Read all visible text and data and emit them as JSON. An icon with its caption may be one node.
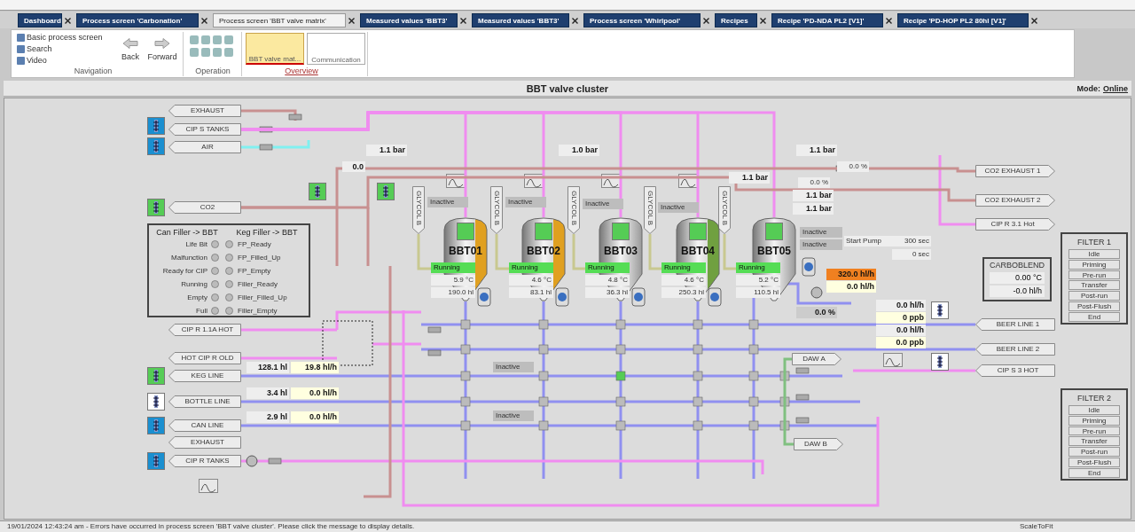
{
  "diagram": {
    "title": "BBT valve cluster",
    "nodes": [
      {
        "text": [
          "EXHAUST"
        ]
      },
      {
        "text": [
          "CIP S TANKS"
        ]
      },
      {
        "text": [
          "AIR"
        ]
      },
      {
        "text": [
          "CO2"
        ]
      },
      {
        "text": [
          "GLYCOL B"
        ]
      },
      {
        "text": [
          "GLYCOL B"
        ]
      },
      {
        "text": [
          "GLYCOL B"
        ]
      },
      {
        "text": [
          "GLYCOL B"
        ]
      },
      {
        "text": [
          "GLYCOL B"
        ]
      },
      {
        "text": [
          "BBT01"
        ]
      },
      {
        "text": [
          "BBT02"
        ]
      },
      {
        "text": [
          "BBT03"
        ]
      },
      {
        "text": [
          "BBT04"
        ]
      },
      {
        "text": [
          "BBT05"
        ]
      },
      {
        "text": [
          "CO2 EXHAUST 1"
        ]
      },
      {
        "text": [
          "CO2 EXHAUST 2"
        ]
      },
      {
        "text": [
          "CIP R 3.1 Hot"
        ]
      },
      {
        "text": [
          "CARBOBLEND",
          "0.00 °C",
          "-0.0 hl/h"
        ]
      },
      {
        "text": [
          "FILTER 1"
        ]
      },
      {
        "text": [
          "Idle"
        ],
        "in": 18
      },
      {
        "text": [
          "Priming"
        ],
        "in": 18
      },
      {
        "text": [
          "Pre-run"
        ],
        "in": 18
      },
      {
        "text": [
          "Transfer"
        ],
        "in": 18
      },
      {
        "text": [
          "Post-run"
        ],
        "in": 18
      },
      {
        "text": [
          "Post-Flush"
        ],
        "in": 18
      },
      {
        "text": [
          "End"
        ],
        "in": 18
      },
      {
        "text": [
          "CIP R 1.1A HOT"
        ]
      },
      {
        "text": [
          "HOT CIP R OLD"
        ]
      },
      {
        "text": [
          "BEER LINE 1"
        ]
      },
      {
        "text": [
          "BEER LINE 2"
        ]
      },
      {
        "text": [
          "DAW A"
        ]
      },
      {
        "text": [
          "CIP S 3 HOT"
        ]
      },
      {
        "text": [
          "KEG LINE"
        ]
      },
      {
        "text": [
          "FILTER 2"
        ]
      },
      {
        "text": [
          "Idle"
        ],
        "in": 33
      },
      {
        "text": [
          "Priming"
        ],
        "in": 33
      },
      {
        "text": [
          "Pre-run"
        ],
        "in": 33
      },
      {
        "text": [
          "Transfer"
        ],
        "in": 33
      },
      {
        "text": [
          "Post-run"
        ],
        "in": 33
      },
      {
        "text": [
          "Post-Flush"
        ],
        "in": 33
      },
      {
        "text": [
          "End"
        ],
        "in": 33
      },
      {
        "text": [
          "BOTTLE LINE"
        ]
      },
      {
        "text": [
          "CAN LINE"
        ]
      },
      {
        "text": [
          "EXHAUST"
        ]
      },
      {
        "text": [
          "DAW B"
        ]
      },
      {
        "text": [
          "CIP R TANKS"
        ]
      }
    ],
    "edges": [
      {
        "from": 4,
        "to": 9,
        "arrow": "none"
      },
      {
        "from": 5,
        "to": 10,
        "arrow": "none"
      },
      {
        "from": 6,
        "to": 11,
        "arrow": "none"
      },
      {
        "from": 7,
        "to": 12,
        "arrow": "none"
      },
      {
        "from": 8,
        "to": 13,
        "arrow": "none"
      },
      {
        "from": 1,
        "to": 9,
        "arrow": "none",
        "color": "#f08cf0"
      },
      {
        "from": 1,
        "to": 10,
        "arrow": "none",
        "color": "#f08cf0"
      },
      {
        "from": 1,
        "to": 11,
        "arrow": "none",
        "color": "#f08cf0"
      },
      {
        "from": 1,
        "to": 12,
        "arrow": "none",
        "color": "#f08cf0"
      },
      {
        "from": 1,
        "to": 13,
        "arrow": "none",
        "color": "#f08cf0"
      },
      {
        "from": 3,
        "to": 14,
        "arrow": "none",
        "color": "#c89090"
      },
      {
        "from": 3,
        "to": 15,
        "arrow": "none",
        "color": "#c89090"
      },
      {
        "from": 30,
        "to": 44,
        "arrow": "none",
        "color": "#80c080"
      }
    ],
    "labels": [
      "Dashboard",
      "Process screen 'Carbonation'",
      "Process screen 'BBT valve matrix'",
      "Measured values 'BBT3'",
      "Measured values 'BBT3'",
      "Process screen 'Whirlpool'",
      "Recipes",
      "Recipe 'PD-NDA PL2 [V1]'",
      "Recipe 'PD-HOP PL2 80hl [V1]'",
      "Basic process screen",
      "Search",
      "Video",
      "Back",
      "Forward",
      "Navigation",
      "Operation",
      "BBT valve mat...",
      "Communication",
      "Overview",
      "Mode:",
      "Online",
      "Can Filler -> BBT",
      "Keg Filler -> BBT",
      "Life Bit",
      "FP_Ready",
      "Malfunction",
      "FP_Filled_Up",
      "Ready for CIP",
      "FP_Empty",
      "Running",
      "Filler_Ready",
      "Empty",
      "Filler_Filled_Up",
      "Full",
      "Filler_Empty",
      "1.1 bar",
      "0.0",
      "1.0 bar",
      "1.1 bar",
      "0.0 %",
      "1.1 bar",
      "0.0 %",
      "1.1 bar",
      "1.1 bar",
      "Inactive",
      "Inactive",
      "Inactive",
      "Inactive",
      "Inactive",
      "Inactive",
      "Start Pump",
      "300 sec",
      "0 sec",
      "Running",
      "5.9 °C",
      "190.0 hl",
      "Running",
      "4.6 °C",
      "83.1 hl",
      "Running",
      "4.8 °C",
      "36.3 hl",
      "Running",
      "4.6 °C",
      "250.3 hl",
      "Running",
      "5.2 °C",
      "110.5 hl",
      "320.0 hl/h",
      "0.0 hl/h",
      "0.0 %",
      "0.0 hl/h",
      "0 ppb",
      "0.0 hl/h",
      "0.0 ppb",
      "128.1 hl",
      "19.8 hl/h",
      "Inactive",
      "3.4 hl",
      "0.0 hl/h",
      "2.9 hl",
      "0.0 hl/h",
      "Inactive",
      "19/01/2024 12:43:24 am - Errors have occurred in process screen 'BBT valve cluster'.  Please click the message to display details.",
      "ScaleToFit"
    ]
  }
}
